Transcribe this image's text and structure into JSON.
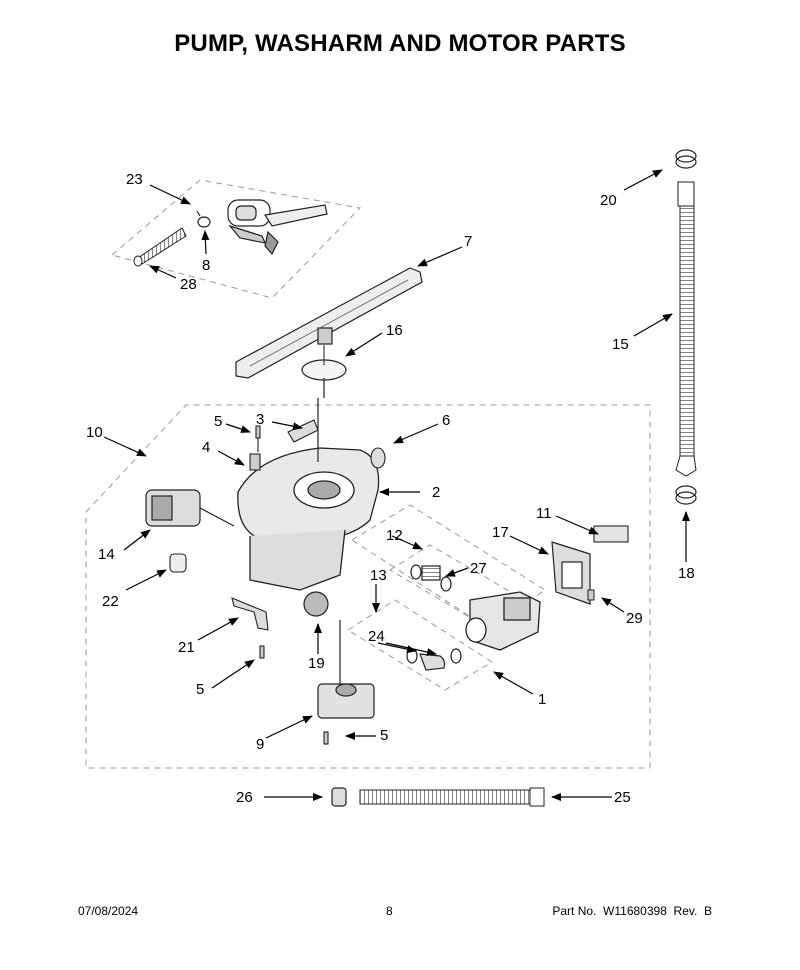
{
  "title": "PUMP, WASHARM AND MOTOR PARTS",
  "callouts": {
    "c1": "1",
    "c2": "2",
    "c3": "3",
    "c4": "4",
    "c5a": "5",
    "c5b": "5",
    "c5c": "5",
    "c6": "6",
    "c7": "7",
    "c8": "8",
    "c9": "9",
    "c10": "10",
    "c11": "11",
    "c12": "12",
    "c13": "13",
    "c14": "14",
    "c15": "15",
    "c16": "16",
    "c17": "17",
    "c18": "18",
    "c19": "19",
    "c20": "20",
    "c21": "21",
    "c22": "22",
    "c23": "23",
    "c24": "24",
    "c25": "25",
    "c26": "26",
    "c27": "27",
    "c28": "28",
    "c29": "29"
  },
  "footer": {
    "date": "07/08/2024",
    "page": "8",
    "part": "Part No.  W11680398  Rev.  B"
  }
}
